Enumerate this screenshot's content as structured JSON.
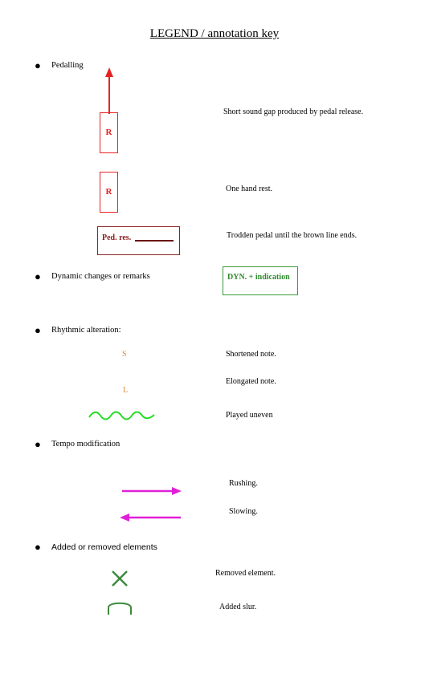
{
  "title": "LEGEND / annotation key",
  "bullet_glyph": "●",
  "sections": {
    "pedalling": {
      "label": "Pedalling",
      "items": [
        {
          "symbol": "R",
          "description": "Short sound gap produced by pedal release."
        },
        {
          "symbol": "R",
          "description": "One hand rest."
        },
        {
          "symbol": "Ped. res.",
          "description": "Trodden pedal until the brown line ends."
        }
      ]
    },
    "dynamics": {
      "label": "Dynamic changes or remarks",
      "symbol": "DYN. + indication"
    },
    "rhythm": {
      "label": "Rhythmic alteration:",
      "items": [
        {
          "symbol": "S",
          "description": "Shortened note."
        },
        {
          "symbol": "L",
          "description": "Elongated note."
        },
        {
          "symbol": "",
          "description": "Played uneven"
        }
      ]
    },
    "tempo": {
      "label": "Tempo modification",
      "items": [
        {
          "description": "Rushing."
        },
        {
          "description": "Slowing."
        }
      ]
    },
    "elements": {
      "label": "Added or removed elements",
      "items": [
        {
          "description": "Removed element."
        },
        {
          "description": "Added slur."
        }
      ]
    }
  },
  "colors": {
    "red": "#e62323",
    "brown": "#8b2525",
    "green": "#2e8b2e",
    "orange": "#e08a3a",
    "bright_green": "#22dd22",
    "magenta": "#e020d8",
    "dark_green": "#3d8a3d"
  }
}
